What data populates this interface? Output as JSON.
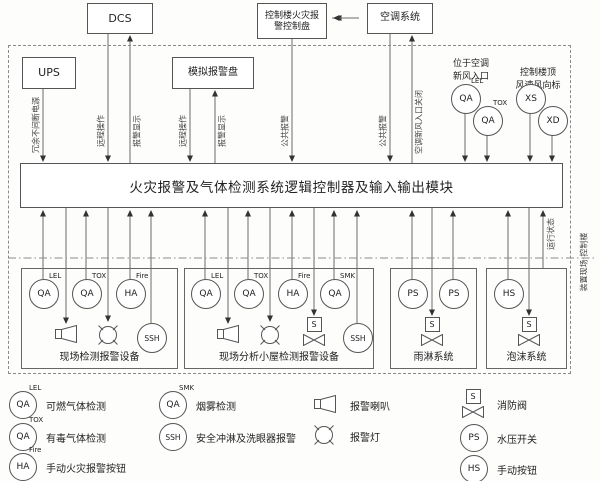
{
  "diagram": {
    "controller_label": "火灾报警及气体检测系统逻辑控制器及输入输出模块",
    "boundary_label": "装置现场·控制楼"
  },
  "top_boxes": {
    "dcs": "DCS",
    "ups": "UPS",
    "analog_panel": "模拟报警盘",
    "fire_panel_line1": "控制楼火灾报",
    "fire_panel_line2": "警控制盘",
    "hvac": "空调系统"
  },
  "line_labels": {
    "ups_power": "冗余不间断电源",
    "dcs_remote": "远程操作",
    "dcs_display": "报警显示",
    "panel_remote": "远程操作",
    "panel_display": "报警显示",
    "fire_common_alarm": "公共报警",
    "hvac_common_alarm": "公共报警",
    "hvac_inlet_close": "空调新风入口关闭",
    "run_status": "运行状态"
  },
  "roof": {
    "inlet_caption_1": "位于空调",
    "inlet_caption_2": "新风入口",
    "roof_caption_1": "控制楼顶",
    "roof_caption_2": "风速风向标",
    "instruments": [
      {
        "tag": "QA",
        "sup": "LEL"
      },
      {
        "tag": "QA",
        "sup": "TOX"
      },
      {
        "tag": "XS",
        "sup": ""
      },
      {
        "tag": "XD",
        "sup": ""
      }
    ]
  },
  "groups": [
    {
      "caption": "现场检测报警设备",
      "instruments": [
        {
          "tag": "QA",
          "sup": "LEL"
        },
        {
          "tag": "QA",
          "sup": "TOX"
        },
        {
          "tag": "HA",
          "sup": "Fire"
        },
        {
          "tag": "SSH",
          "sup": ""
        }
      ]
    },
    {
      "caption": "现场分析小屋检测报警设备",
      "instruments": [
        {
          "tag": "QA",
          "sup": "LEL"
        },
        {
          "tag": "QA",
          "sup": "TOX"
        },
        {
          "tag": "HA",
          "sup": "Fire"
        },
        {
          "tag": "QA",
          "sup": "SMK"
        },
        {
          "tag": "SSH",
          "sup": ""
        }
      ]
    },
    {
      "caption": "雨淋系统",
      "instruments": [
        {
          "tag": "PS",
          "sup": ""
        },
        {
          "tag": "PS",
          "sup": ""
        }
      ]
    },
    {
      "caption": "泡沫系统",
      "instruments": [
        {
          "tag": "HS",
          "sup": ""
        }
      ]
    }
  ],
  "symbols": {
    "valve_tag": "S"
  },
  "legend": {
    "col1": [
      {
        "tag": "QA",
        "sup": "LEL",
        "label": "可燃气体检测"
      },
      {
        "tag": "QA",
        "sup": "TOX",
        "label": "有毒气体检测"
      },
      {
        "tag": "HA",
        "sup": "Fire",
        "label": "手动火灾报警按钮"
      }
    ],
    "col2": [
      {
        "tag": "QA",
        "sup": "SMK",
        "label": "烟雾检测"
      },
      {
        "tag": "SSH",
        "sup": "",
        "label": "安全冲淋及洗眼器报警"
      }
    ],
    "col3": [
      {
        "label": "报警喇叭"
      },
      {
        "label": "报警灯"
      }
    ],
    "col4": [
      {
        "label": "消防阀"
      },
      {
        "tag": "PS",
        "label": "水压开关"
      },
      {
        "tag": "HS",
        "label": "手动按钮"
      }
    ]
  }
}
